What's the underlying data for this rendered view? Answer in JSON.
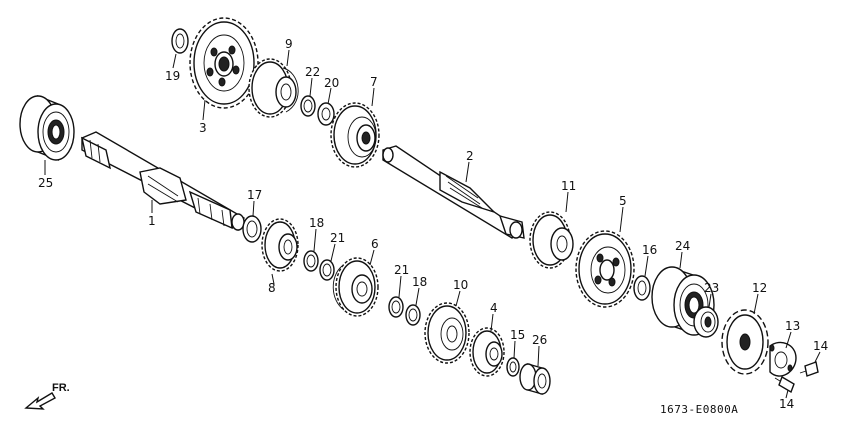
{
  "diagram": {
    "callouts": [
      {
        "id": "c19",
        "text": "19"
      },
      {
        "id": "c3",
        "text": "3"
      },
      {
        "id": "c9",
        "text": "9"
      },
      {
        "id": "c22",
        "text": "22"
      },
      {
        "id": "c20",
        "text": "20"
      },
      {
        "id": "c7",
        "text": "7"
      },
      {
        "id": "c25",
        "text": "25"
      },
      {
        "id": "c1",
        "text": "1"
      },
      {
        "id": "c17",
        "text": "17"
      },
      {
        "id": "c2",
        "text": "2"
      },
      {
        "id": "c11",
        "text": "11"
      },
      {
        "id": "c5",
        "text": "5"
      },
      {
        "id": "c18a",
        "text": "18"
      },
      {
        "id": "c21a",
        "text": "21"
      },
      {
        "id": "c6",
        "text": "6"
      },
      {
        "id": "c8",
        "text": "8"
      },
      {
        "id": "c16",
        "text": "16"
      },
      {
        "id": "c24",
        "text": "24"
      },
      {
        "id": "c21b",
        "text": "21"
      },
      {
        "id": "c18b",
        "text": "18"
      },
      {
        "id": "c10",
        "text": "10"
      },
      {
        "id": "c4",
        "text": "4"
      },
      {
        "id": "c23",
        "text": "23"
      },
      {
        "id": "c12",
        "text": "12"
      },
      {
        "id": "c13",
        "text": "13"
      },
      {
        "id": "c15",
        "text": "15"
      },
      {
        "id": "c26",
        "text": "26"
      },
      {
        "id": "c14a",
        "text": "14"
      },
      {
        "id": "c14b",
        "text": "14"
      }
    ],
    "front_marker": "FR.",
    "drawing_code": "1673-E0800A"
  }
}
